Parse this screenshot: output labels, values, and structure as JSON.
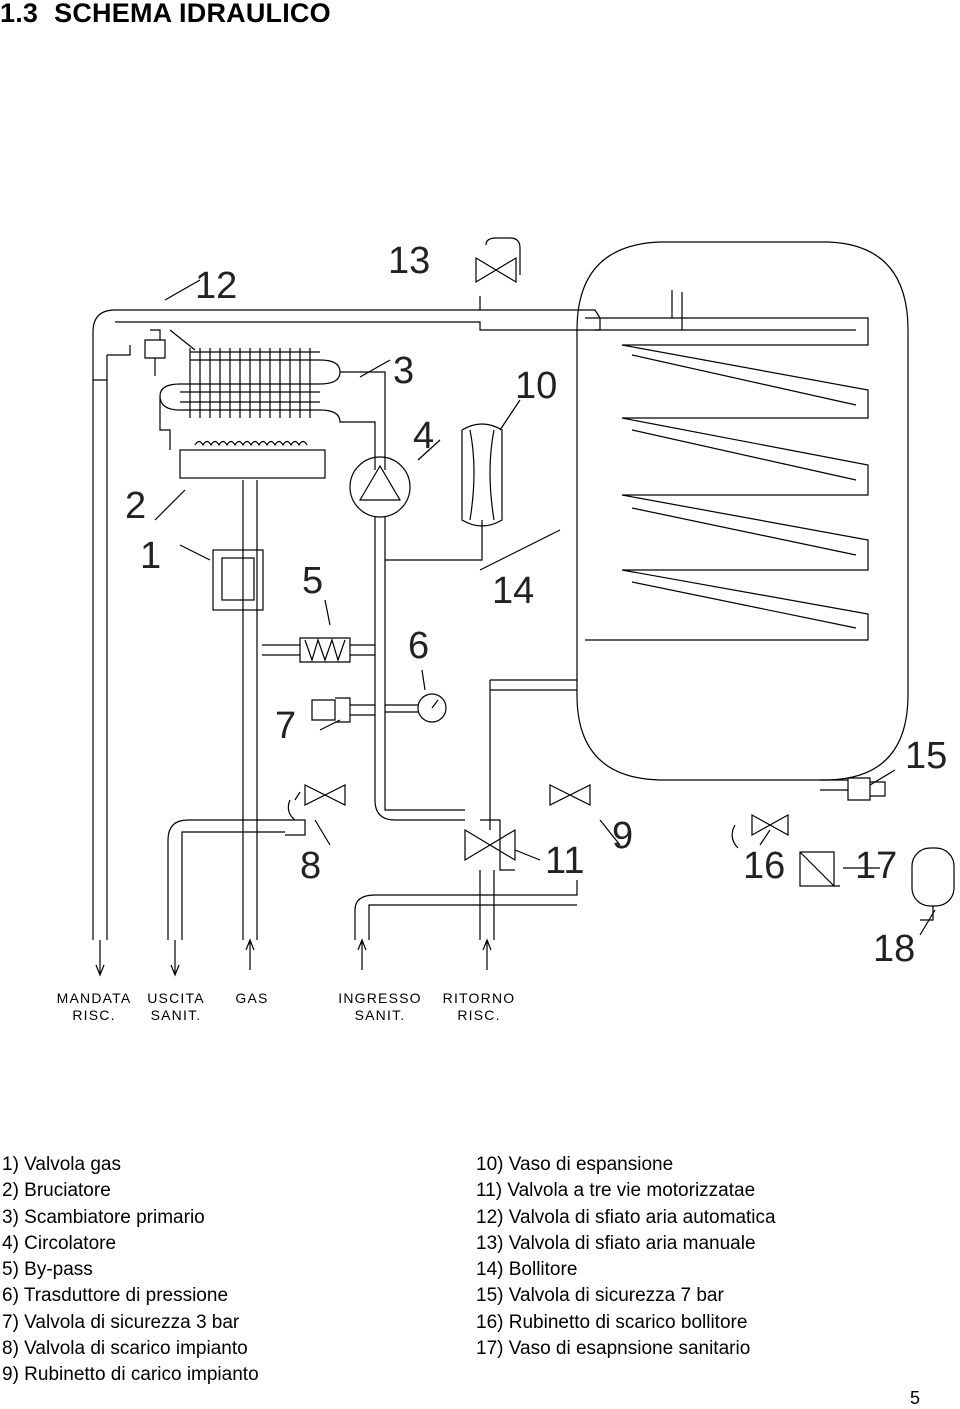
{
  "title": {
    "number": "1.3",
    "text": "SCHEMA IDRAULICO"
  },
  "callouts": [
    "1",
    "2",
    "3",
    "4",
    "5",
    "6",
    "7",
    "8",
    "9",
    "10",
    "11",
    "12",
    "13",
    "14",
    "15",
    "16",
    "17",
    "18"
  ],
  "connections": [
    {
      "line1": "MANDATA",
      "line2": "RISC."
    },
    {
      "line1": "USCITA",
      "line2": "SANIT."
    },
    {
      "line1": "GAS",
      "line2": ""
    },
    {
      "line1": "INGRESSO",
      "line2": "SANIT."
    },
    {
      "line1": "RITORNO",
      "line2": "RISC."
    }
  ],
  "legend_left": [
    "1) Valvola gas",
    "2) Bruciatore",
    "3) Scambiatore primario",
    "4) Circolatore",
    "5) By-pass",
    "6) Trasduttore di pressione",
    "7) Valvola di sicurezza 3 bar",
    "8) Valvola di scarico impianto",
    "9)  Rubinetto di carico impianto"
  ],
  "legend_right": [
    "10)  Vaso di espansione",
    "11)  Valvola a tre vie motorizzatae",
    "12)  Valvola di sfiato aria automatica",
    "13)  Valvola di sfiato aria manuale",
    "14)  Bollitore",
    "15)  Valvola di sicurezza 7 bar",
    "16)  Rubinetto di scarico bollitore",
    "17)  Vaso di esapnsione sanitario"
  ],
  "page_number": "5"
}
